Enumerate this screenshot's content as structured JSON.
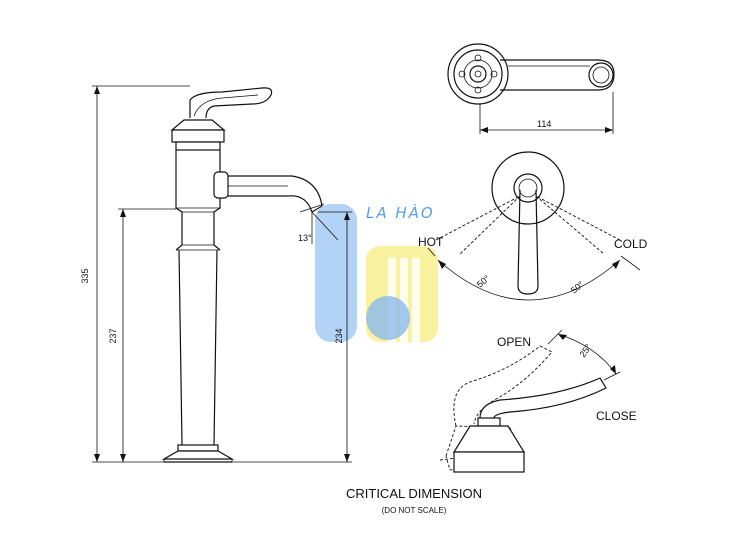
{
  "dimensions": {
    "overall_height": "335",
    "base_to_spout": "237",
    "spout_outlet_height": "234",
    "handle_reach": "114",
    "spout_angle": "13°",
    "hot_angle": "50°",
    "cold_angle": "50°",
    "lever_travel": "25°"
  },
  "labels": {
    "hot": "HOT",
    "cold": "COLD",
    "open": "OPEN",
    "close": "CLOSE"
  },
  "watermark": {
    "text": "LA HÀO",
    "color_blue": "#3b8fe6",
    "color_yellow": "#f4e04d"
  },
  "caption": {
    "title": "CRITICAL DIMENSION",
    "subtitle": "(DO NOT SCALE)"
  }
}
